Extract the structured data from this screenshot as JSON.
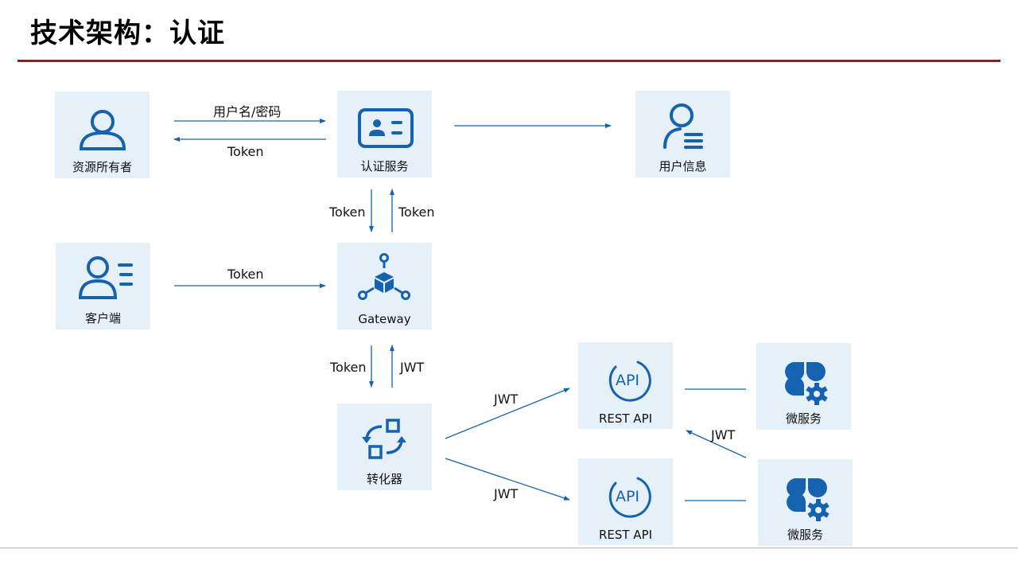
{
  "title": "技术架构：认证",
  "nodes": {
    "owner": "资源所有者",
    "auth": "认证服务",
    "userinfo": "用户信息",
    "client": "客户端",
    "gateway": "Gateway",
    "converter": "转化器",
    "api_top": "REST API",
    "api_bottom": "REST API",
    "ms_top": "微服务",
    "ms_bottom": "微服务"
  },
  "api_badge": "API",
  "edges": {
    "owner_to_auth": "用户名/密码",
    "auth_to_owner": "Token",
    "auth_to_gateway": "Token",
    "gateway_to_auth": "Token",
    "client_to_gateway": "Token",
    "gateway_to_converter": "Token",
    "converter_to_gateway": "JWT",
    "converter_to_api_top": "JWT",
    "converter_to_api_bottom": "JWT",
    "ms_bottom_to_api_top": "JWT"
  },
  "colors": {
    "accent_blue": "#1563b0",
    "node_bg": "#e6f0f8",
    "title_rule": "#a5151f"
  },
  "icons": {
    "owner": "user-icon",
    "auth": "id-card-icon",
    "userinfo": "user-list-icon",
    "client": "user-menu-icon",
    "gateway": "cube-network-icon",
    "converter": "transform-icon",
    "api": "api-icon",
    "microservice": "service-gear-icon"
  }
}
